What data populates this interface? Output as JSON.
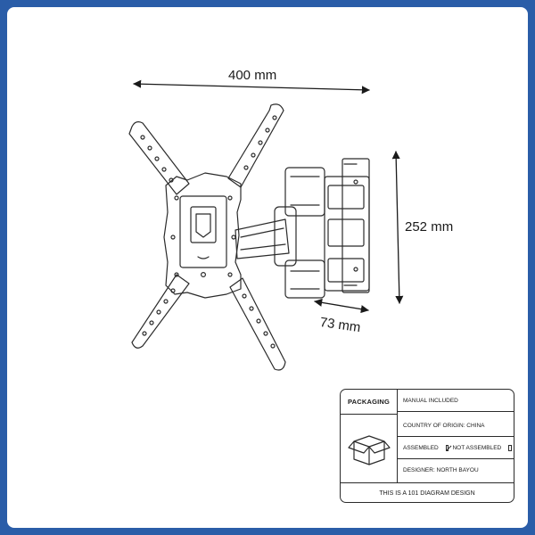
{
  "dimensions": {
    "width": "400 mm",
    "height": "252 mm",
    "depth": "73 mm"
  },
  "packaging": {
    "heading": "PACKAGING",
    "manual": "MANUAL INCLUDED",
    "country": "COUNTRY OF ORIGIN: CHINA",
    "assembled": "ASSEMBLED",
    "not_assembled": "NOT ASSEMBLED",
    "designer": "DESIGNER: NORTH BAYOU",
    "footer": "THIS IS A 101 DIAGRAM DESIGN"
  },
  "colors": {
    "border": "#2a5da8",
    "line": "#2b2b2b",
    "background": "#ffffff"
  },
  "icons": [
    "box-icon",
    "checkbox-icon"
  ]
}
